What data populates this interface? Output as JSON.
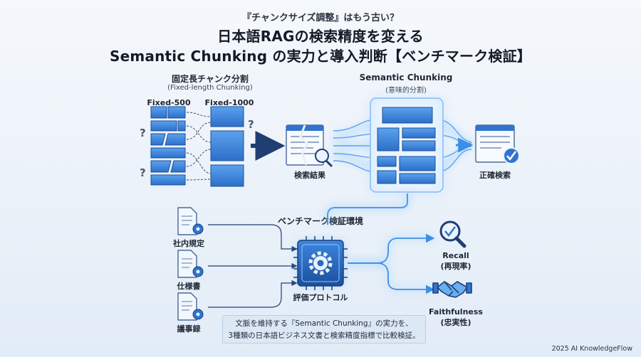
{
  "title": {
    "sub": "『チャンクサイズ調整』はもう古い？",
    "line1": "日本語RAGの検索精度を変える",
    "line2": "Semantic Chunking の実力と導入判断【ベンチマーク検証】"
  },
  "fixed": {
    "title": "固定長チャンク分割",
    "subtitle": "(Fixed-length Chunking)",
    "col_a": "Fixed-500",
    "col_b": "Fixed-1000",
    "result": "検索結果"
  },
  "semantic": {
    "title": "Semantic Chunking",
    "subtitle": "(意味的分割)",
    "result": "正確検索"
  },
  "bench": {
    "title": "ベンチマーク検証環境",
    "docs": [
      "社内規定",
      "仕様書",
      "議事録"
    ],
    "protocol": "評価プロトコル",
    "metric1_name": "Recall",
    "metric1_sub": "(再現率)",
    "metric2_name": "Faithfulness",
    "metric2_sub": "(忠実性)"
  },
  "caption": {
    "line1": "文脈を維持する『Semantic Chunking』の実力を、",
    "line2": "3種類の日本語ビジネス文書と検索精度指標で比較検証。"
  },
  "footer": "2025 AI KnowledgeFlow",
  "colors": {
    "accent": "#2f74d0",
    "accent_light": "#5ba2ee",
    "glow": "#8cc8ff",
    "dark": "#1c3f78"
  }
}
